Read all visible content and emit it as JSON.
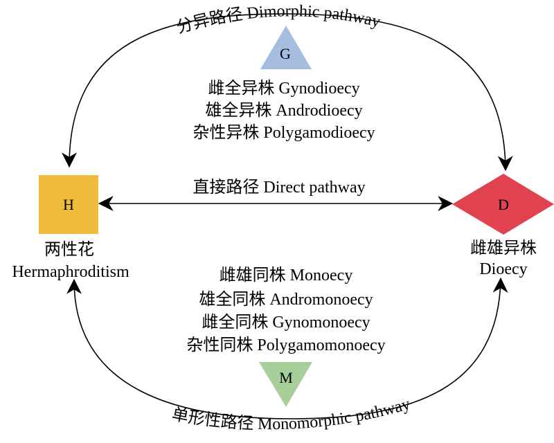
{
  "nodes": {
    "hermaphroditism": {
      "letter": "H",
      "label_zh": "两性花",
      "label_en": "Hermaphroditism",
      "color": "#F0BC3C"
    },
    "dioecy": {
      "letter": "D",
      "label_zh": "雌雄异株",
      "label_en": "Dioecy",
      "color": "#E0434F"
    },
    "gynodioecy_group": {
      "letter": "G",
      "color": "#A6BDE0"
    },
    "monoecy_group": {
      "letter": "M",
      "color": "#A6CF9A"
    }
  },
  "pathways": {
    "dimorphic": "分异路径 Dimorphic pathway",
    "direct": "直接路径 Direct pathway",
    "monomorphic": "单形性路径 Monomorphic pathway"
  },
  "dimorphic_systems": [
    "雌全异株 Gynodioecy",
    "雄全异株 Androdioecy",
    "杂性异株 Polygamodioecy"
  ],
  "monomorphic_systems": [
    "雌雄同株 Monoecy",
    "雄全同株 Andromonoecy",
    "雌全同株 Gynomonoecy",
    "杂性同株 Polygamomonoecy"
  ],
  "colors": {
    "arrow": "#000000"
  }
}
